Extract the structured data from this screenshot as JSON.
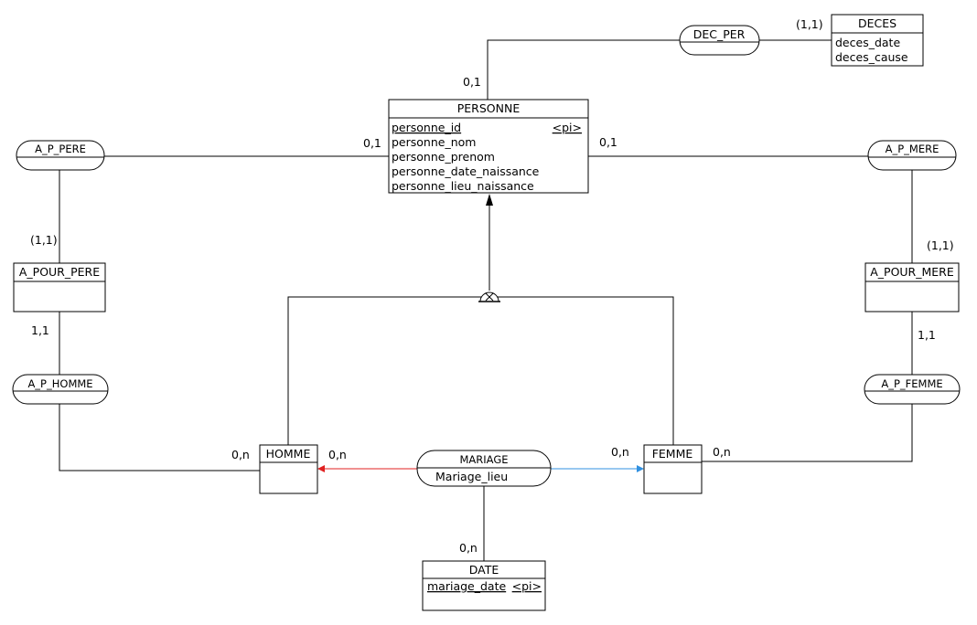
{
  "entities": {
    "personne": {
      "name": "PERSONNE",
      "attributes": [
        "personne_id",
        "personne_nom",
        "personne_prenom",
        "personne_date_naissance",
        "personne_lieu_naissance"
      ],
      "identifier_tag": "<pi>"
    },
    "deces": {
      "name": "DECES",
      "attributes": [
        "deces_date",
        "deces_cause"
      ]
    },
    "a_pour_pere": {
      "name": "A_POUR_PERE"
    },
    "a_pour_mere": {
      "name": "A_POUR_MERE"
    },
    "homme": {
      "name": "HOMME"
    },
    "femme": {
      "name": "FEMME"
    },
    "date": {
      "name": "DATE",
      "attributes": [
        "mariage_date"
      ],
      "identifier_tag": "<pi>"
    }
  },
  "associations": {
    "dec_per": {
      "name": "DEC_PER"
    },
    "a_p_pere": {
      "name": "A_P_PERE"
    },
    "a_p_mere": {
      "name": "A_P_MERE"
    },
    "a_p_homme": {
      "name": "A_P_HOMME"
    },
    "a_p_femme": {
      "name": "A_P_FEMME"
    },
    "mariage": {
      "name": "MARIAGE",
      "attributes": [
        "Mariage_lieu"
      ]
    }
  },
  "cardinalities": {
    "personne_dec_per": "0,1",
    "deces_dec_per": "(1,1)",
    "personne_a_p_pere": "0,1",
    "personne_a_p_mere": "0,1",
    "a_pour_pere_a_p_pere": "(1,1)",
    "a_pour_mere_a_p_mere": "(1,1)",
    "a_pour_pere_a_p_homme": "1,1",
    "a_pour_mere_a_p_femme": "1,1",
    "homme_a_p_homme": "0,n",
    "homme_mariage": "0,n",
    "femme_mariage": "0,n",
    "femme_a_p_femme": "0,n",
    "date_mariage": "0,n"
  },
  "colors": {
    "mariage_homme_link": "#e02020",
    "mariage_femme_link": "#3090e0"
  }
}
